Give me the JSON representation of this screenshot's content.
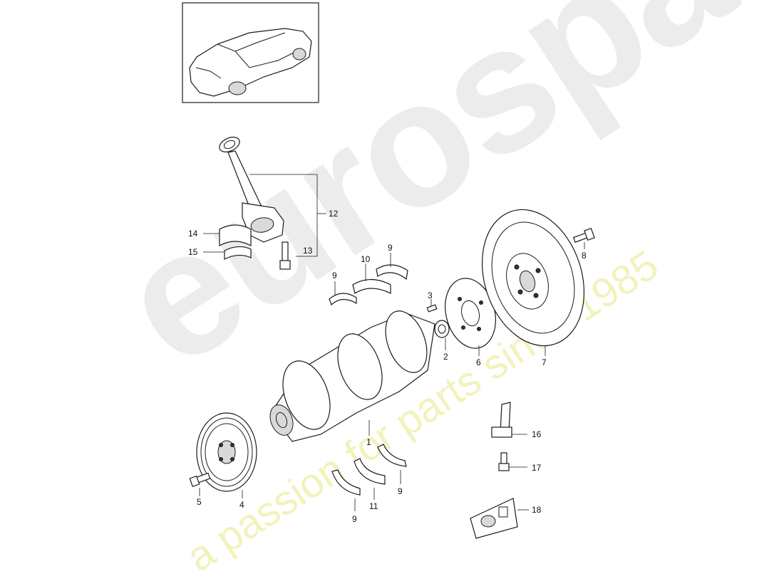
{
  "watermark": {
    "brand": "eurospares",
    "tagline": "a passion for parts since 1985"
  },
  "callouts": {
    "c1": "1",
    "c2": "2",
    "c3": "3",
    "c4": "4",
    "c5": "5",
    "c6": "6",
    "c7": "7",
    "c8": "8",
    "c9a": "9",
    "c9b": "9",
    "c9c": "9",
    "c9d": "9",
    "c10": "10",
    "c11": "11",
    "c12": "12",
    "c13": "13",
    "c14": "14",
    "c15": "15",
    "c16": "16",
    "c17": "17",
    "c18": "18"
  },
  "icons": {
    "vehicle": "car-thumbnail-icon"
  }
}
